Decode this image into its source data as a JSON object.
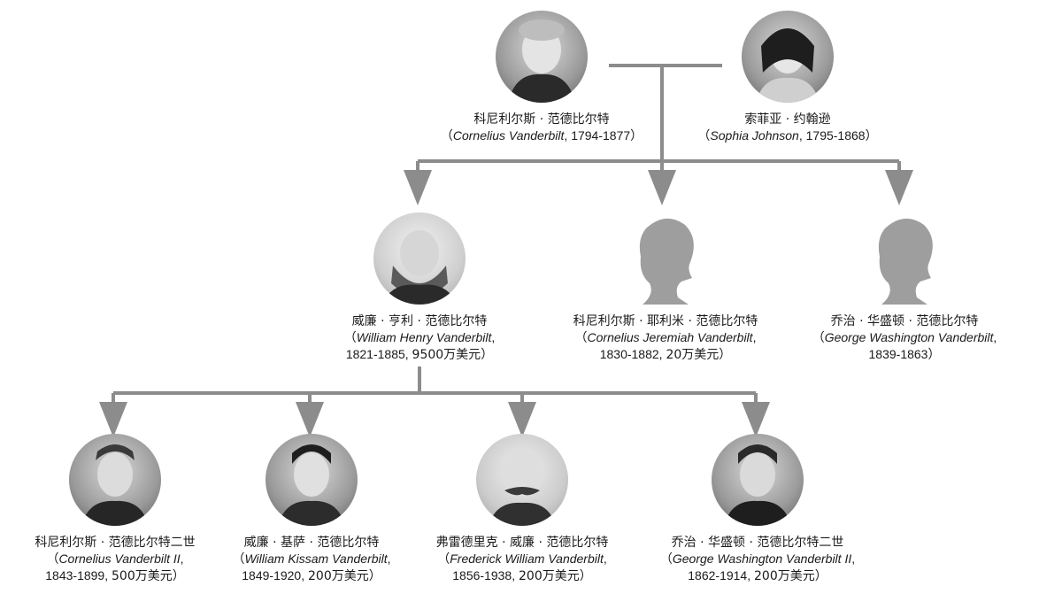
{
  "colors": {
    "connector": "#8c8c8c",
    "silhouette": "#9e9e9e"
  },
  "generations": {
    "first": [
      {
        "id": "p1",
        "name_zh": "科尼利尔斯 · 范德比尔特",
        "en": "Cornelius Vanderbilt",
        "years": "1794-1877",
        "wealth": ""
      },
      {
        "id": "p2",
        "name_zh": "索菲亚 · 约翰逊",
        "en": "Sophia Johnson",
        "years": "1795-1868",
        "wealth": ""
      }
    ],
    "second": [
      {
        "id": "p3",
        "name_zh": "威廉 · 亨利 · 范德比尔特",
        "en": "William Henry Vanderbilt",
        "years": "1821-1885",
        "wealth": "9500万美元"
      },
      {
        "id": "p4",
        "name_zh": "科尼利尔斯 · 耶利米 · 范德比尔特",
        "en": "Cornelius Jeremiah Vanderbilt",
        "years": "1830-1882",
        "wealth": "20万美元"
      },
      {
        "id": "p5",
        "name_zh": "乔治 · 华盛顿 · 范德比尔特",
        "en": "George Washington Vanderbilt",
        "years": "1839-1863",
        "wealth": ""
      }
    ],
    "third": [
      {
        "id": "p6",
        "name_zh": "科尼利尔斯 · 范德比尔特二世",
        "en": "Cornelius Vanderbilt II",
        "years": "1843-1899",
        "wealth": "500万美元"
      },
      {
        "id": "p7",
        "name_zh": "威廉 · 基萨 · 范德比尔特",
        "en": "William Kissam Vanderbilt",
        "years": "1849-1920",
        "wealth": "200万美元"
      },
      {
        "id": "p8",
        "name_zh": "弗雷德里克 · 威廉 · 范德比尔特",
        "en": "Frederick William Vanderbilt",
        "years": "1856-1938",
        "wealth": "200万美元"
      },
      {
        "id": "p9",
        "name_zh": "乔治 · 华盛顿 · 范德比尔特二世",
        "en": "George Washington Vanderbilt II",
        "years": "1862-1914",
        "wealth": "200万美元"
      }
    ]
  }
}
